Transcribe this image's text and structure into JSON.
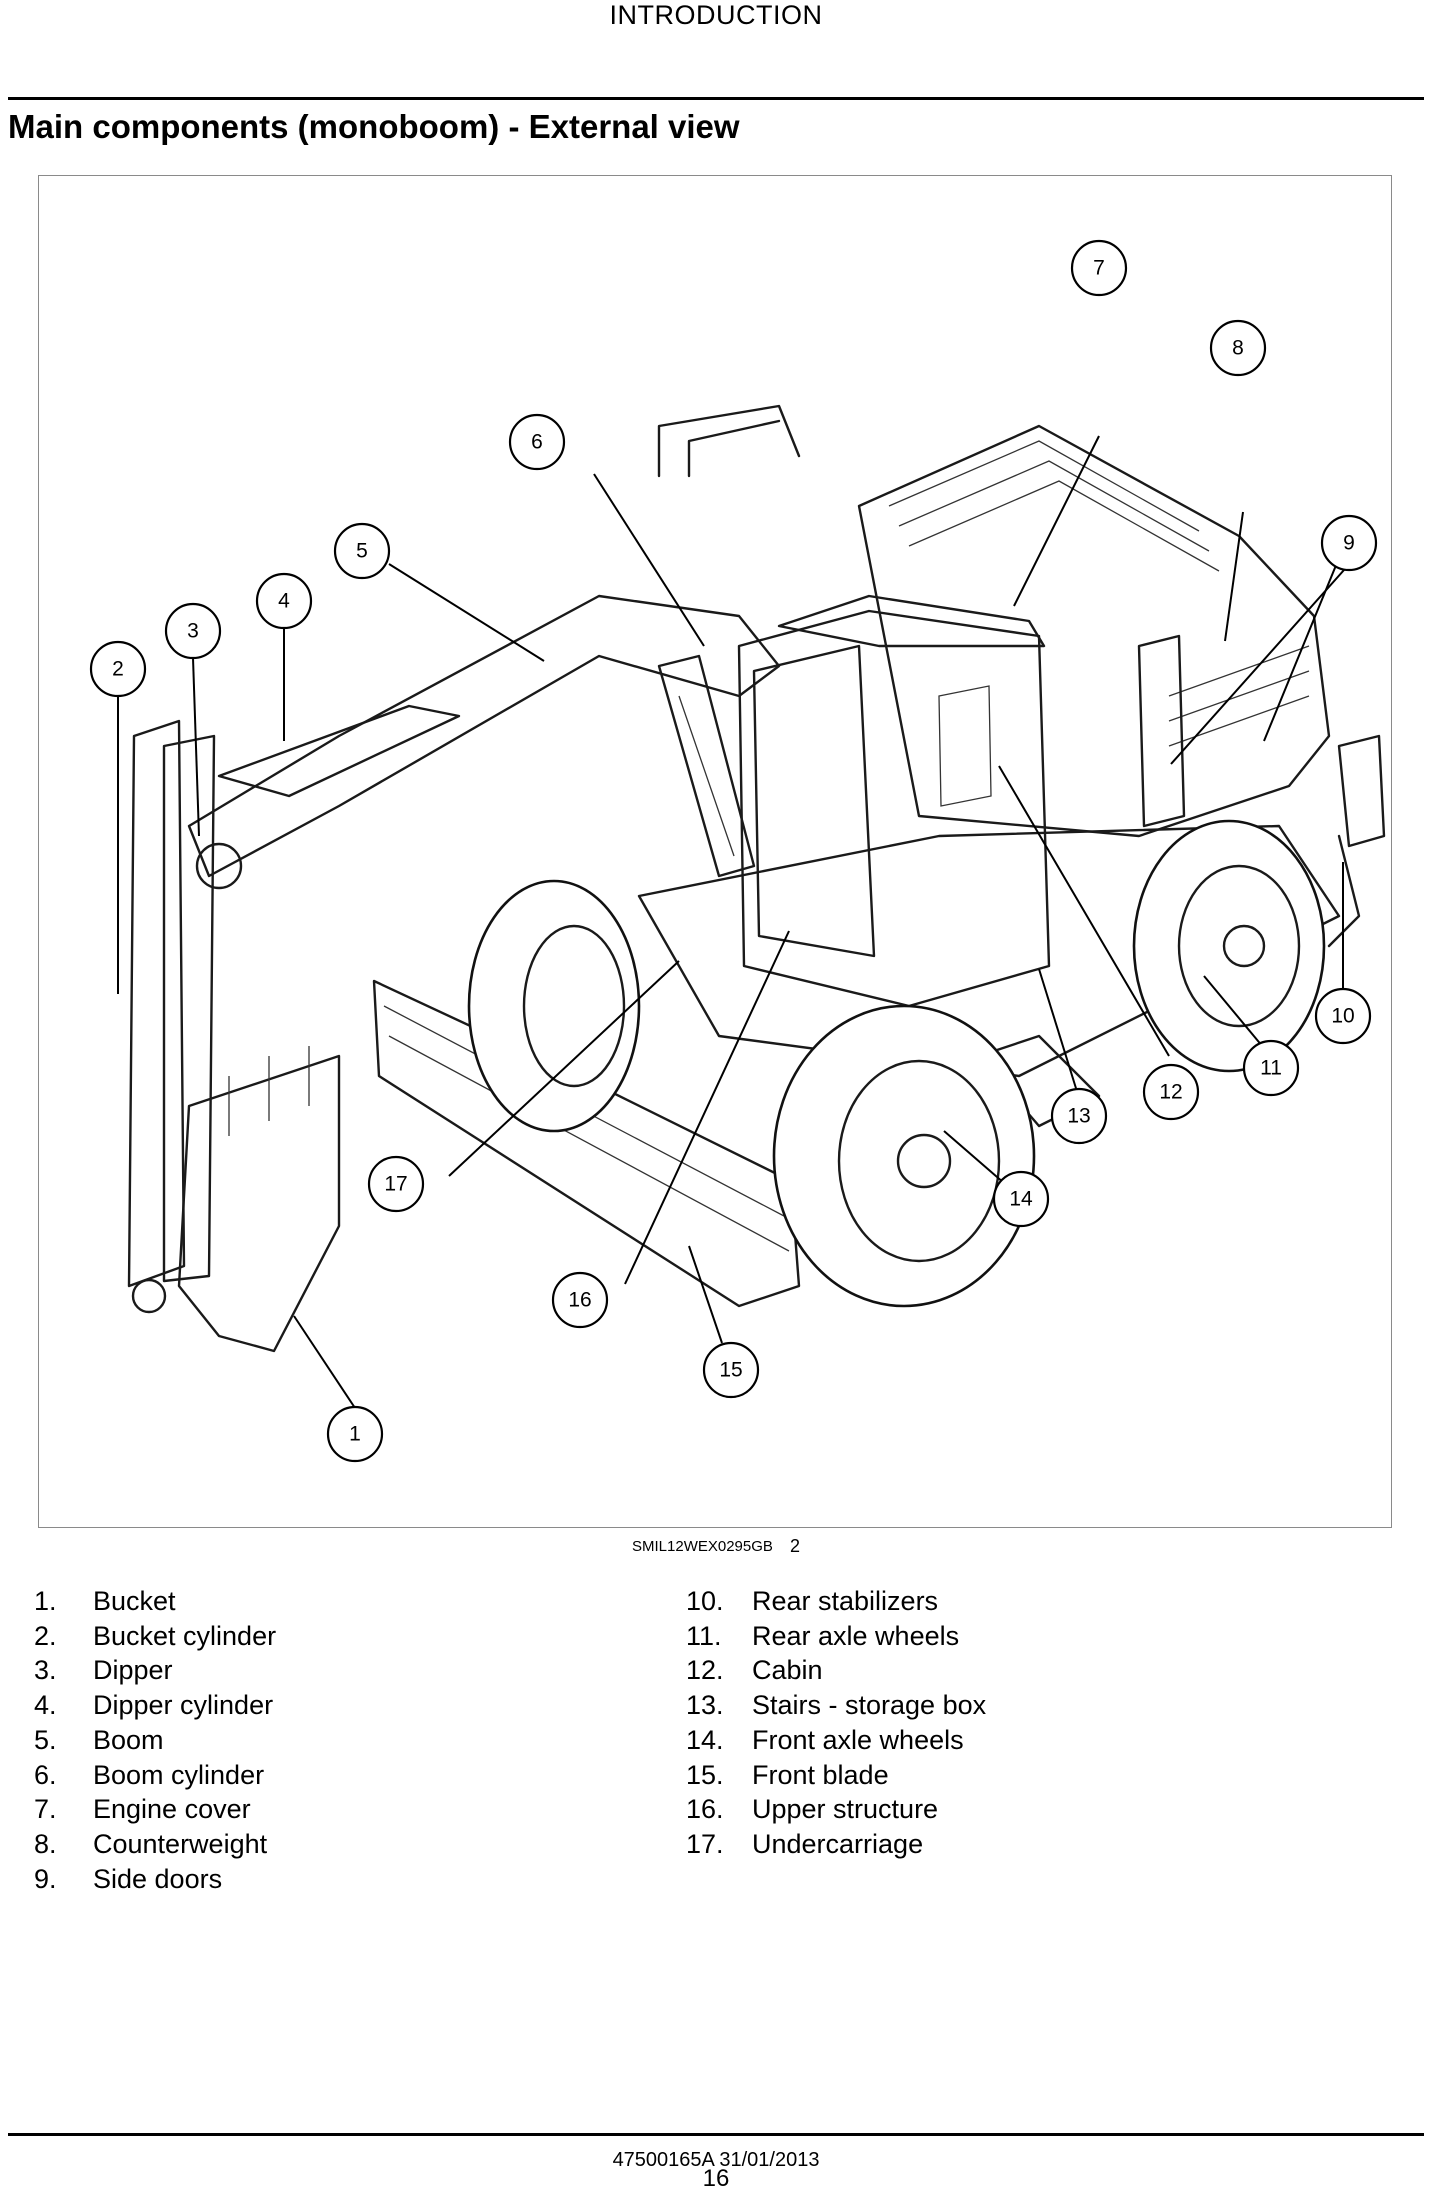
{
  "header": {
    "title": "INTRODUCTION"
  },
  "section": {
    "title": "Main components (monoboom) - External view"
  },
  "figure": {
    "reference": "SMIL12WEX0295GB",
    "number": "2",
    "callouts": [
      "1",
      "2",
      "3",
      "4",
      "5",
      "6",
      "7",
      "8",
      "9",
      "10",
      "11",
      "12",
      "13",
      "14",
      "15",
      "16",
      "17"
    ]
  },
  "legend": {
    "left": [
      {
        "num": "1.",
        "label": "Bucket"
      },
      {
        "num": "2.",
        "label": "Bucket cylinder"
      },
      {
        "num": "3.",
        "label": "Dipper"
      },
      {
        "num": "4.",
        "label": "Dipper cylinder"
      },
      {
        "num": "5.",
        "label": "Boom"
      },
      {
        "num": "6.",
        "label": "Boom cylinder"
      },
      {
        "num": "7.",
        "label": "Engine cover"
      },
      {
        "num": "8.",
        "label": "Counterweight"
      },
      {
        "num": "9.",
        "label": "Side doors"
      }
    ],
    "right": [
      {
        "num": "10.",
        "label": "Rear stabilizers"
      },
      {
        "num": "11.",
        "label": "Rear axle wheels"
      },
      {
        "num": "12.",
        "label": "Cabin"
      },
      {
        "num": "13.",
        "label": "Stairs - storage box"
      },
      {
        "num": "14.",
        "label": "Front axle wheels"
      },
      {
        "num": "15.",
        "label": "Front blade"
      },
      {
        "num": "16.",
        "label": "Upper structure"
      },
      {
        "num": "17.",
        "label": "Undercarriage"
      }
    ]
  },
  "footer": {
    "reference": "47500165A 31/01/2013",
    "page": "16"
  }
}
